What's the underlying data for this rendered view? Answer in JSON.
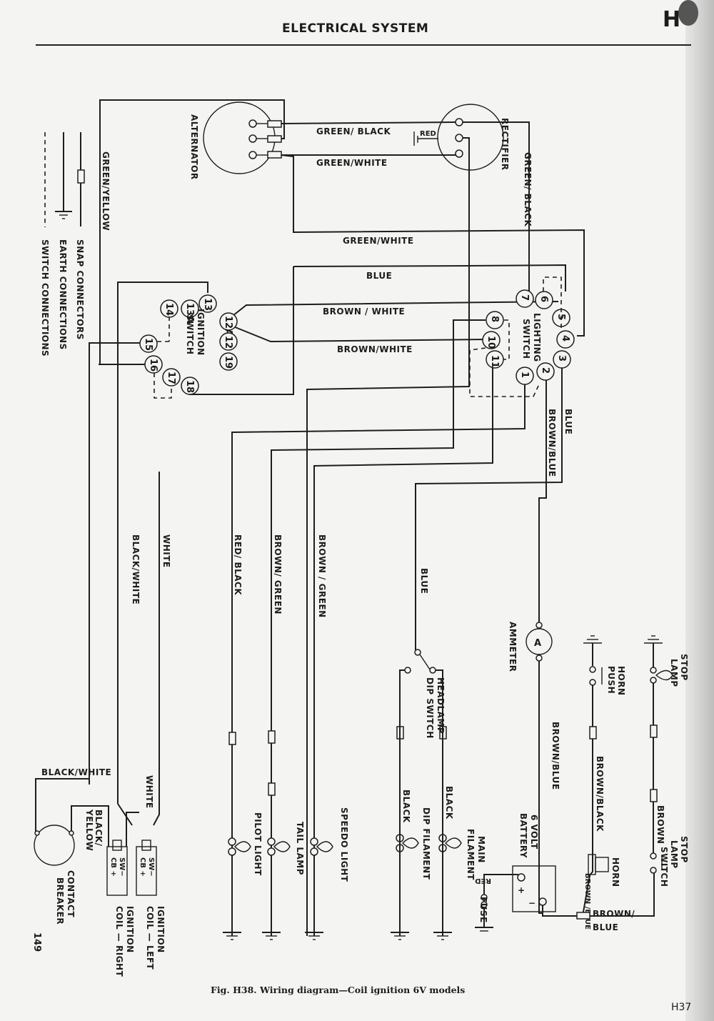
{
  "header": {
    "title": "ELECTRICAL SYSTEM",
    "section_letter": "H"
  },
  "legend": {
    "items": [
      {
        "symbol": "snap-connector",
        "label": "SNAP CONNECTORS"
      },
      {
        "symbol": "earth-connection",
        "label": "EARTH CONNECTIONS"
      },
      {
        "symbol": "switch-connection",
        "label": "SWITCH CONNECTIONS"
      }
    ]
  },
  "components": {
    "alternator": "ALTERNATOR",
    "rectifier": "RECTIFIER",
    "ignition_switch": [
      "IGNITION",
      "SWITCH"
    ],
    "lighting_switch": [
      "LIGHTING",
      "SWITCH"
    ],
    "ammeter": "AMMETER",
    "ammeter_symbol": "A",
    "headlamp_dip_switch": [
      "HEADLAMP",
      "DIP SWITCH"
    ],
    "dip_filament": "DIP FILAMENT",
    "main_filament": [
      "MAIN",
      "FILAMENT"
    ],
    "fuse": "FUSE",
    "battery": [
      "6 VOLT",
      "BATTERY"
    ],
    "battery_plus": "+",
    "battery_minus": "−",
    "horn_push": [
      "HORN",
      "PUSH"
    ],
    "horn": "HORN",
    "stop_lamp": [
      "STOP",
      "LAMP"
    ],
    "stop_lamp_switch": [
      "STOP",
      "LAMP",
      "SWITCH"
    ],
    "pilot_light": "PILOT LIGHT",
    "tail_lamp": "TAIL LAMP",
    "speedo_light": "SPEEDO LIGHT",
    "contact_breaker": [
      "CONTACT",
      "BREAKER"
    ],
    "ignition_coil_left": [
      "IGNITION",
      "COIL — LEFT"
    ],
    "ignition_coil_right": [
      "IGNITION",
      "COIL — RIGHT"
    ],
    "coil_terminals": [
      "SW−",
      "CB +"
    ]
  },
  "ignition_switch_terminals": [
    "13",
    "13A",
    "14",
    "12A",
    "12",
    "19",
    "15",
    "16",
    "17",
    "18"
  ],
  "lighting_switch_terminals": [
    "7",
    "6",
    "5",
    "4",
    "3",
    "8",
    "10",
    "11",
    "1",
    "2"
  ],
  "wire_labels": {
    "green_black_top": "GREEN/ BLACK",
    "green_white_top": "GREEN/WHITE",
    "red_rectifier": "RED",
    "green_black_right": "GREEN/ BLACK",
    "green_yellow": "GREEN/YELLOW",
    "green_white_mid": "GREEN/WHITE",
    "blue_mid": "BLUE",
    "brown_white_1": "BROWN / WHITE",
    "brown_white_2": "BROWN/WHITE",
    "blue_right": "BLUE",
    "brown_blue_right": "BROWN/BLUE",
    "black_white_vert": "BLACK/WHITE",
    "white_vert": "WHITE",
    "red_black": "RED/ BLACK",
    "brown_green_1": "BROWN/ GREEN",
    "brown_green_2": "BROWN / GREEN",
    "blue_dip": "BLUE",
    "black_1": "BLACK",
    "black_2": "BLACK",
    "brown_blue_ammeter": "BROWN/BLUE",
    "brown_black": "BROWN/BLACK",
    "brown_stop": "BROWN",
    "brown_blue_horn": "BROWN /BLUE",
    "brown_blue_bottom": [
      "BROWN/",
      "BLUE"
    ],
    "black_white_bottom": "BLACK/WHITE",
    "white_bottom": "WHITE",
    "black_yellow": [
      "BLACK/",
      "YELLOW"
    ],
    "red_fuse": "RED"
  },
  "footer": {
    "page_number": "149",
    "caption": "Fig. H38.  Wiring diagram—Coil ignition 6V models",
    "page_ref": "H37"
  }
}
